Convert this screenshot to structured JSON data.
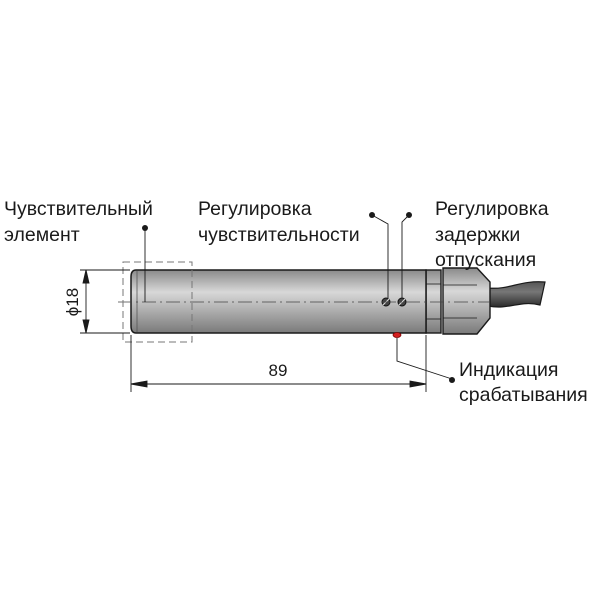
{
  "labels": {
    "sensing_element": [
      "Чувствительный",
      "элемент"
    ],
    "sensitivity_adjust": [
      "Регулировка",
      "чувствительности"
    ],
    "delay_adjust": [
      "Регулировка",
      "задержки",
      "отпускания"
    ],
    "indication": [
      "Индикация",
      "срабатывания"
    ]
  },
  "dimensions": {
    "diameter": "ϕ18",
    "length": "89"
  },
  "colors": {
    "body": "#a9a9a9",
    "led": "#d42020",
    "line": "#1a1a1a"
  }
}
